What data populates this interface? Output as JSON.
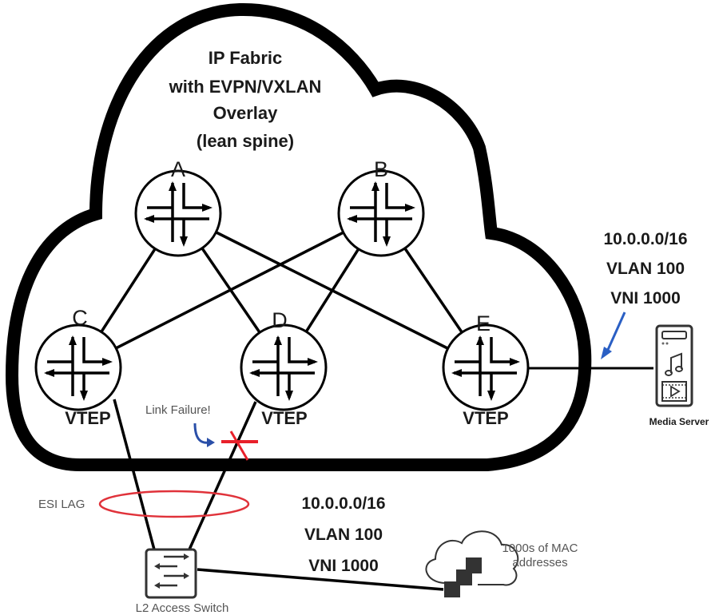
{
  "fabric": {
    "title_lines": [
      "IP Fabric",
      "with EVPN/VXLAN",
      "Overlay",
      "(lean spine)"
    ]
  },
  "nodes": [
    {
      "id": "A",
      "label": "A",
      "role": "spine"
    },
    {
      "id": "B",
      "label": "B",
      "role": "spine"
    },
    {
      "id": "C",
      "label": "C",
      "role": "leaf",
      "tag": "VTEP"
    },
    {
      "id": "D",
      "label": "D",
      "role": "leaf",
      "tag": "VTEP"
    },
    {
      "id": "E",
      "label": "E",
      "role": "leaf",
      "tag": "VTEP"
    }
  ],
  "links": [
    [
      "A",
      "C"
    ],
    [
      "A",
      "D"
    ],
    [
      "A",
      "E"
    ],
    [
      "B",
      "C"
    ],
    [
      "B",
      "D"
    ],
    [
      "B",
      "E"
    ]
  ],
  "media_network": {
    "lines": [
      "10.0.0.0/16",
      "VLAN 100",
      "VNI 1000"
    ]
  },
  "access_network": {
    "lines": [
      "10.0.0.0/16",
      "VLAN 100",
      "VNI 1000"
    ]
  },
  "media_server": {
    "label": "Media Server",
    "icon": "media-server-icon"
  },
  "access_switch": {
    "label": "L2 Access Switch",
    "icon": "switch-icon"
  },
  "link_failure": {
    "label": "Link Failure!",
    "link": [
      "D",
      "L2 Access Switch"
    ]
  },
  "esi_lag": {
    "label": "ESI LAG"
  },
  "mac_cloud": {
    "lines": [
      "1000s of MAC",
      "addresses"
    ]
  },
  "colors": {
    "outline": "#000000",
    "failure_mark": "#e8202a",
    "esi_lag_ring": "#e0323a",
    "pointer_arrow": "#2a5fc4",
    "text": "#1a1a1a",
    "muted_text": "#555555"
  }
}
